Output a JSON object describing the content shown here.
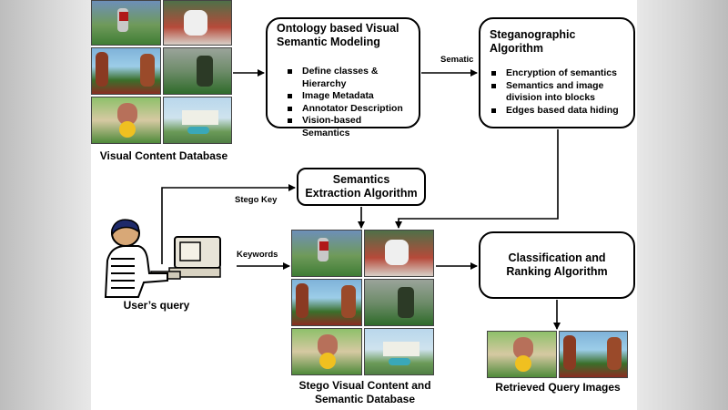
{
  "boxes": {
    "ontology": {
      "title": "Ontology based Visual Semantic Modeling",
      "items": [
        "Define classes & Hierarchy",
        "Image Metadata",
        "Annotator Description",
        "Vision-based Semantics"
      ]
    },
    "stego": {
      "title": "Steganographic Algorithm",
      "items": [
        "Encryption of semantics",
        "Semantics and image division into blocks",
        "Edges based data hiding"
      ]
    },
    "extraction": {
      "title": "Semantics Extraction Algorithm"
    },
    "classification": {
      "title": "Classification and Ranking Algorithm"
    }
  },
  "captions": {
    "visual_db": "Visual Content Database",
    "user_query": "User’s query",
    "stego_db": "Stego Visual Content and Semantic Database",
    "retrieved": "Retrieved Query Images"
  },
  "edge_labels": {
    "sematic": "Sematic",
    "stego_key": "Stego Key",
    "keywords": "Keywords"
  },
  "thumbnails": [
    "baseball",
    "tennis",
    "forest-lake",
    "hockey-goalie",
    "girl-with-flowers",
    "house-with-car"
  ]
}
